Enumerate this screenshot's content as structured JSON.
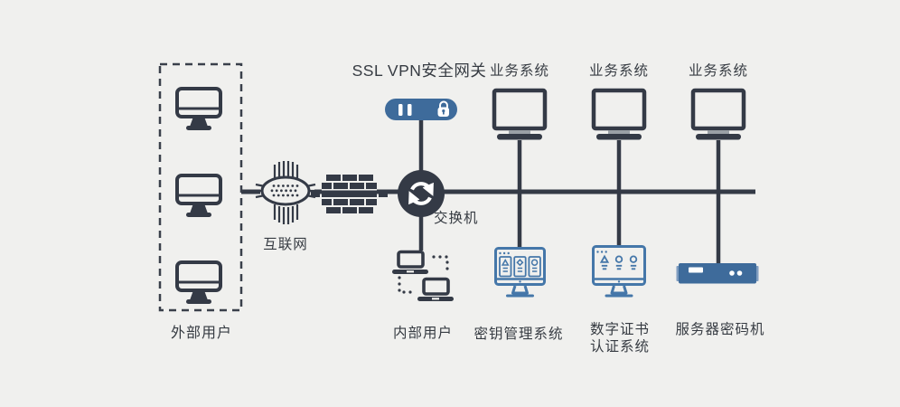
{
  "diagram": {
    "title": "SSL VPN安全网关",
    "labels": {
      "external_users": "外部用户",
      "internet": "互联网",
      "switch": "交换机",
      "internal_users": "内部用户",
      "business_system_1": "业务系统",
      "business_system_2": "业务系统",
      "business_system_3": "业务系统",
      "key_management_system": "密钥管理系统",
      "digital_certificate_line1": "数字证书",
      "digital_certificate_line2": "认证系统",
      "server_crypto_machine": "服务器密码机"
    },
    "colors": {
      "background": "#f0f0ee",
      "dark_icon": "#343a46",
      "blue_fill": "#3e6b9b",
      "blue_stroke": "#4577a9",
      "light_blue_ear": "#7f9dc0",
      "gray_neck": "#9aa0a6",
      "text": "#363b42"
    },
    "icons": {
      "external_user_monitors": "desktop-monitor-icon",
      "internet": "circuit-cloud-icon",
      "firewall": "brick-wall-icon",
      "switch": "sync-arrows-circle-icon",
      "vpn_gateway": "appliance-with-lock-icon",
      "internal_users": "networked-laptops-icon",
      "business_systems": "monitor-outline-icon",
      "key_management": "monitor-with-cards-icon",
      "digital_certificate": "monitor-with-glyphs-icon",
      "server_crypto": "rack-server-icon"
    }
  }
}
